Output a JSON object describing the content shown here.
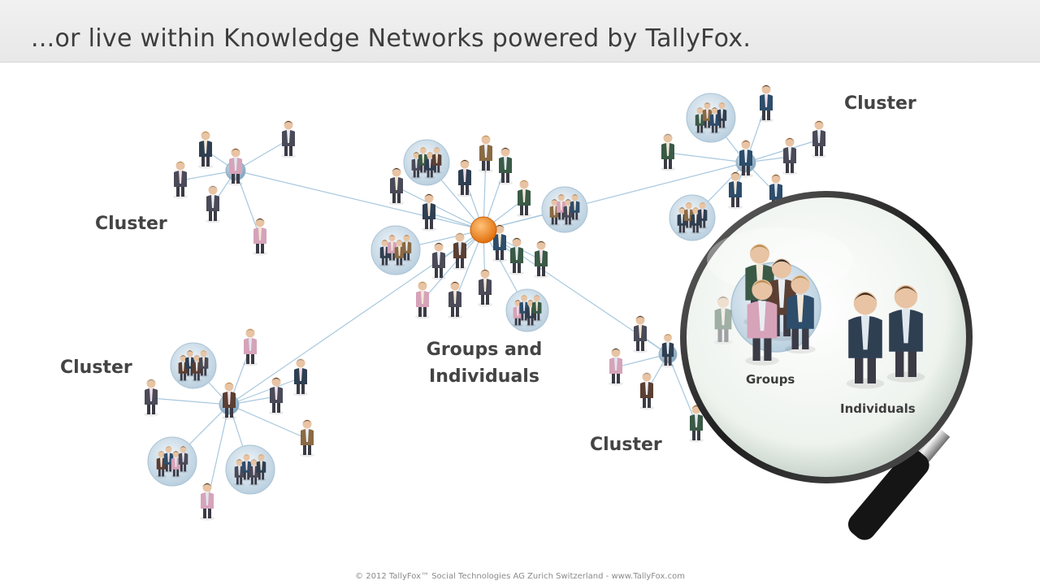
{
  "slide": {
    "title": "...or live within Knowledge Networks powered by TallyFox.",
    "footer": "© 2012 TallyFox™ Social Technologies AG Zurich  Switzerland - www.TallyFox.com"
  },
  "labels": {
    "cluster_top_left": "Cluster",
    "cluster_top_right": "Cluster",
    "cluster_bottom_left": "Cluster",
    "cluster_bottom_right": "Cluster",
    "center_line1": "Groups and",
    "center_line2": "Individuals"
  },
  "magnifier": {
    "groups_label": "Groups",
    "individuals_label": "Individuals"
  },
  "colors": {
    "hub": "#f08a1c",
    "link": "#9cc3dc",
    "node": "#7fa3bd",
    "group_bubble": "#cfe0ec"
  },
  "icons": {
    "hub": "orange-hub-icon",
    "person": "person-icon",
    "group": "group-bubble-icon",
    "magnifier": "magnifying-glass-icon"
  }
}
